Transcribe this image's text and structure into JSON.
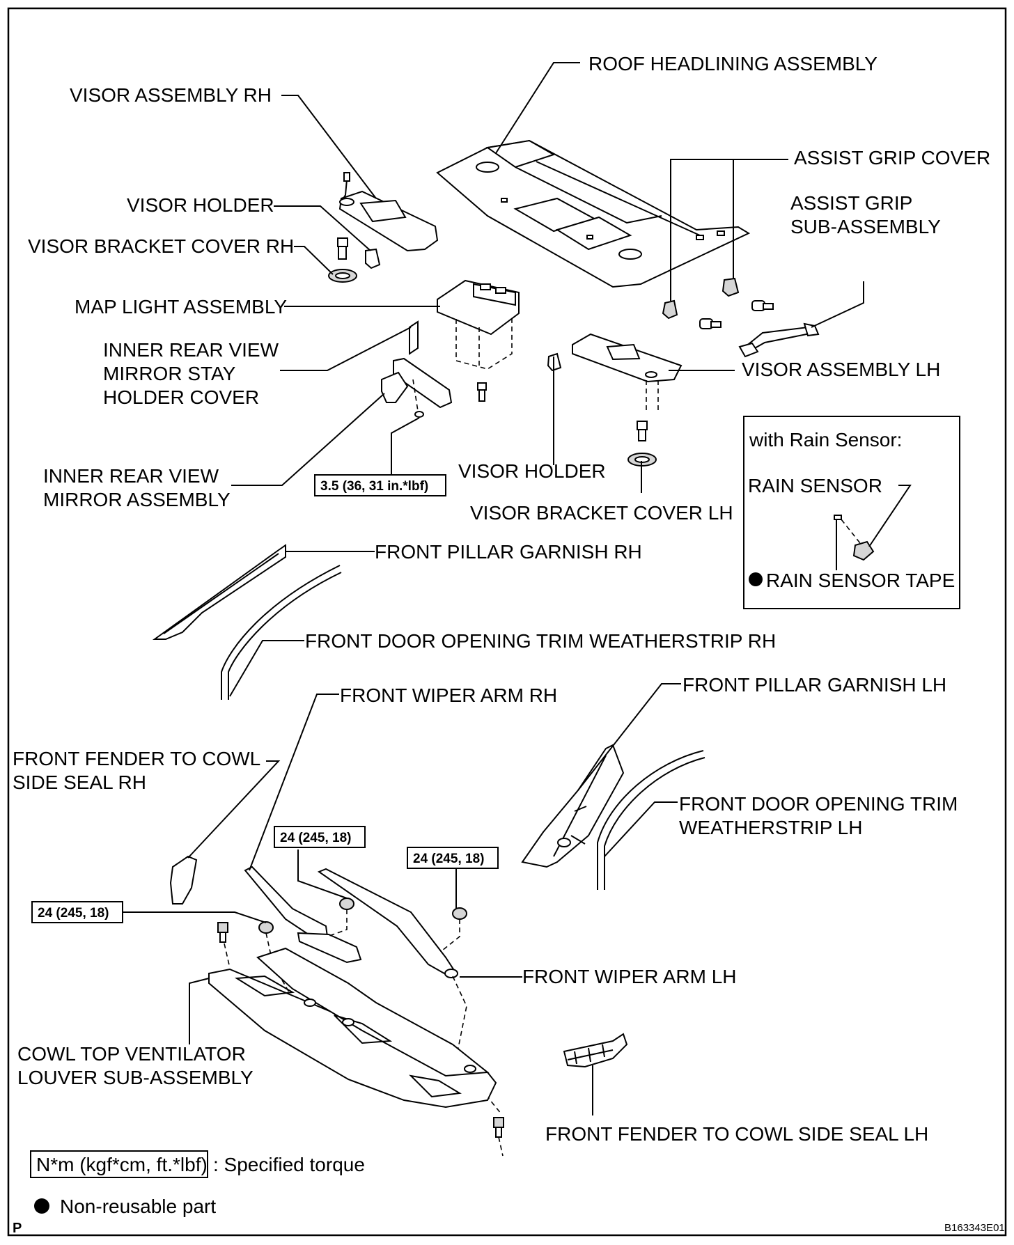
{
  "labels": {
    "roof_headlining": "ROOF HEADLINING ASSEMBLY",
    "visor_rh": "VISOR ASSEMBLY RH",
    "assist_grip_cover": "ASSIST GRIP COVER",
    "assist_grip_sub_1": "ASSIST GRIP",
    "assist_grip_sub_2": "SUB-ASSEMBLY",
    "visor_holder_top": "VISOR HOLDER",
    "visor_bracket_cover_rh": "VISOR BRACKET COVER RH",
    "map_light": "MAP LIGHT ASSEMBLY",
    "mirror_stay_1": "INNER REAR VIEW",
    "mirror_stay_2": "MIRROR STAY",
    "mirror_stay_3": "HOLDER COVER",
    "visor_lh": "VISOR ASSEMBLY LH",
    "mirror_assy_1": "INNER REAR VIEW",
    "mirror_assy_2": "MIRROR ASSEMBLY",
    "visor_holder_bottom": "VISOR HOLDER",
    "visor_bracket_cover_lh": "VISOR BRACKET COVER LH",
    "front_pillar_rh": "FRONT PILLAR GARNISH RH",
    "door_trim_rh": "FRONT DOOR OPENING TRIM WEATHERSTRIP RH",
    "wiper_arm_rh": "FRONT WIPER ARM RH",
    "front_pillar_lh": "FRONT PILLAR GARNISH LH",
    "fender_seal_rh_1": "FRONT FENDER TO COWL",
    "fender_seal_rh_2": "SIDE SEAL RH",
    "door_trim_lh_1": "FRONT DOOR OPENING TRIM",
    "door_trim_lh_2": "WEATHERSTRIP LH",
    "wiper_arm_lh": "FRONT WIPER ARM LH",
    "cowl_louver_1": "COWL TOP VENTILATOR",
    "cowl_louver_2": "LOUVER SUB-ASSEMBLY",
    "fender_seal_lh": "FRONT FENDER TO COWL SIDE SEAL LH"
  },
  "rain_sensor_box": {
    "title": "with Rain Sensor:",
    "sensor": "RAIN SENSOR",
    "tape": "RAIN SENSOR TAPE"
  },
  "torque": {
    "mirror": "3.5 (36, 31 in.*lbf)",
    "wiper_center": "24 (245, 18)",
    "wiper_right": "24 (245, 18)",
    "wiper_left": "24 (245, 18)"
  },
  "legend": {
    "torque_box": "N*m (kgf*cm, ft.*lbf)",
    "torque_desc": ": Specified torque",
    "nonreusable_desc": "Non-reusable part"
  },
  "corner": {
    "letter": "P",
    "code": "B163343E01"
  }
}
